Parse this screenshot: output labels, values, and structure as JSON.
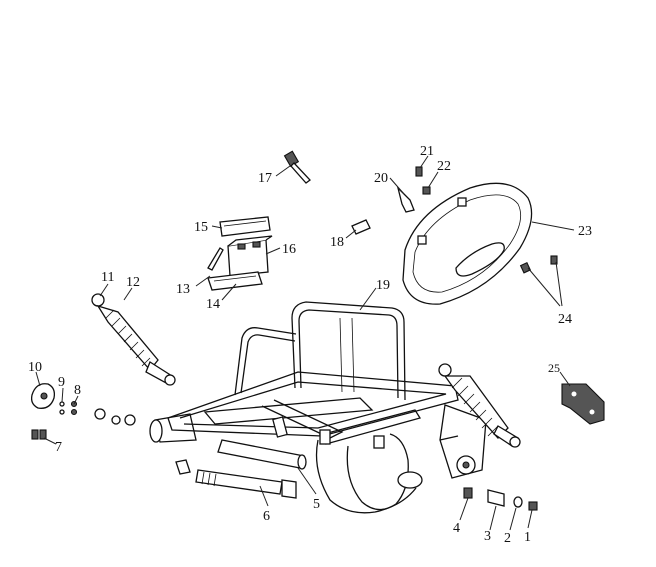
{
  "diagram": {
    "callouts": [
      {
        "id": "c1",
        "label": "1"
      },
      {
        "id": "c2",
        "label": "2"
      },
      {
        "id": "c3",
        "label": "3"
      },
      {
        "id": "c4",
        "label": "4"
      },
      {
        "id": "c5",
        "label": "5"
      },
      {
        "id": "c6",
        "label": "6"
      },
      {
        "id": "c7",
        "label": "7"
      },
      {
        "id": "c8",
        "label": "8"
      },
      {
        "id": "c9",
        "label": "9"
      },
      {
        "id": "c10",
        "label": "10"
      },
      {
        "id": "c11",
        "label": "11"
      },
      {
        "id": "c12",
        "label": "12"
      },
      {
        "id": "c13",
        "label": "13"
      },
      {
        "id": "c14",
        "label": "14"
      },
      {
        "id": "c15",
        "label": "15"
      },
      {
        "id": "c16",
        "label": "16"
      },
      {
        "id": "c17",
        "label": "17"
      },
      {
        "id": "c18",
        "label": "18"
      },
      {
        "id": "c19",
        "label": "19"
      },
      {
        "id": "c20",
        "label": "20"
      },
      {
        "id": "c21",
        "label": "21"
      },
      {
        "id": "c22",
        "label": "22"
      },
      {
        "id": "c23",
        "label": "23"
      },
      {
        "id": "c24",
        "label": "24"
      },
      {
        "id": "c25",
        "label": "25"
      }
    ]
  }
}
